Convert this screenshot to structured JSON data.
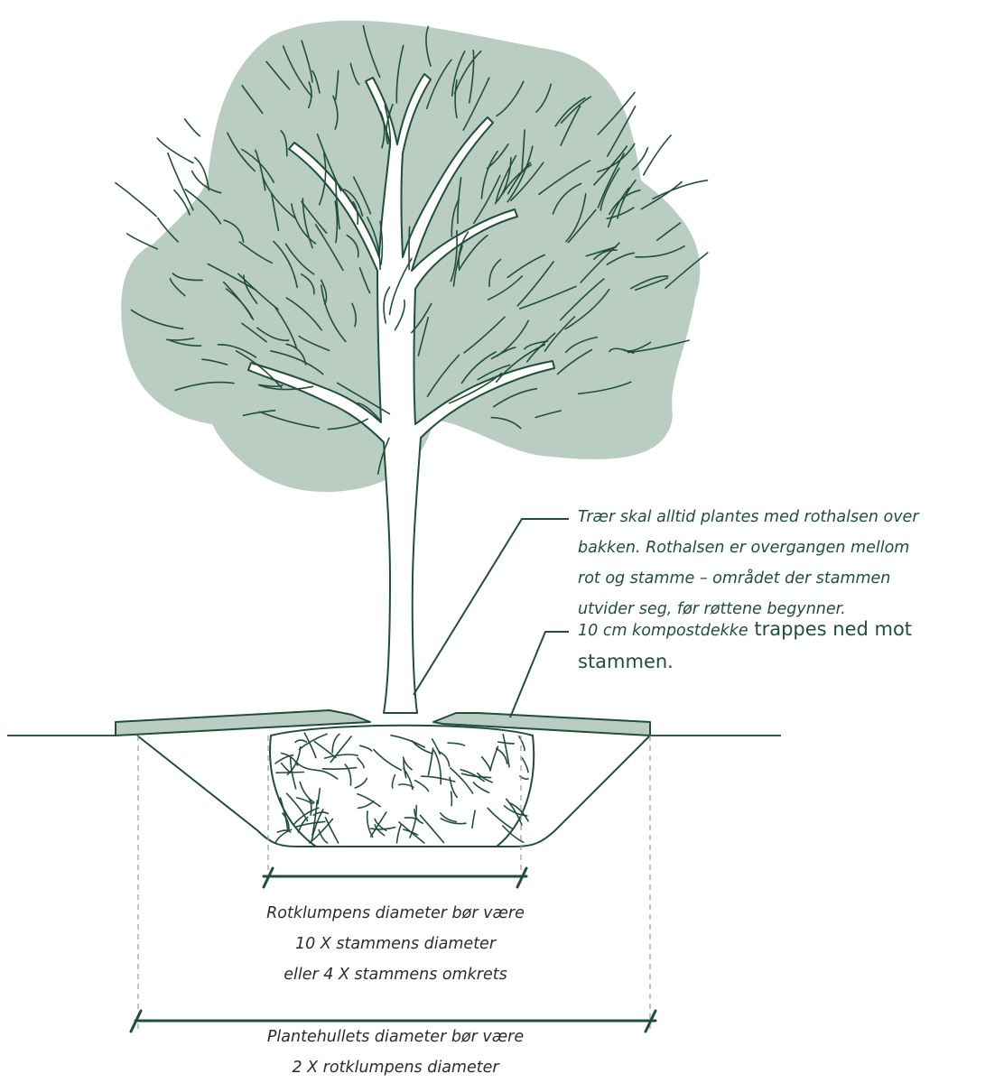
{
  "colors": {
    "canopy": "#b9cdc3",
    "line": "#1f4f3a",
    "mulch": "#b9cdc3",
    "ground": "#2f5b47",
    "dashed": "#9a9a9a",
    "text": "#2c2c2c"
  },
  "callouts": {
    "rootcollar": {
      "lines": [
        "Trær skal alltid plantes med rothalsen over",
        "bakken. Rothalsen er overgangen mellom",
        "rot og stamme – området der stammen",
        "utvider seg, før røttene begynner."
      ]
    },
    "mulch": {
      "italic_part": "10 cm kompostdekke",
      "regular_part": " trappes ned mot",
      "line2": "stammen."
    }
  },
  "rootball": {
    "lines": [
      "Rotklumpens diameter bør være",
      "10 X stammens diameter",
      "eller 4 X stammens omkrets"
    ]
  },
  "plantinghole": {
    "lines": [
      "Plantehullets diameter bør være",
      "2 X rotklumpens diameter"
    ]
  }
}
